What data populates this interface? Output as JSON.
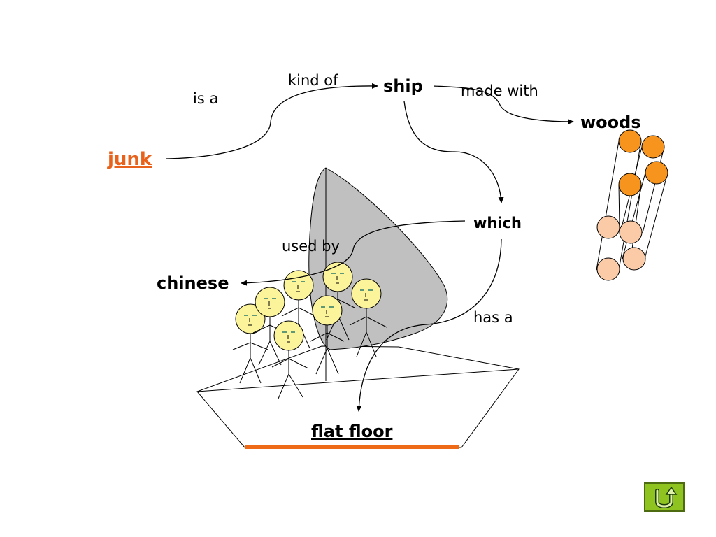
{
  "concepts": {
    "junk": "junk",
    "ship": "ship",
    "woods": "woods",
    "which": "which",
    "chinese": "chinese",
    "flat_floor": "flat floor"
  },
  "relations": {
    "is_a": "is a",
    "kind_of": "kind of",
    "made_with": "made with",
    "used_by": "used by",
    "has_a": "has a"
  },
  "colors": {
    "link_orange": "#e8621b",
    "sail_gray": "#c0c0c0",
    "face_yellow": "#fbf49a",
    "log_dark_orange": "#f7941d",
    "log_light_orange": "#fbcba8",
    "floor_orange": "#ee6a16",
    "button_green": "#8fc31f"
  },
  "button": {
    "icon": "return-arrow-icon"
  }
}
